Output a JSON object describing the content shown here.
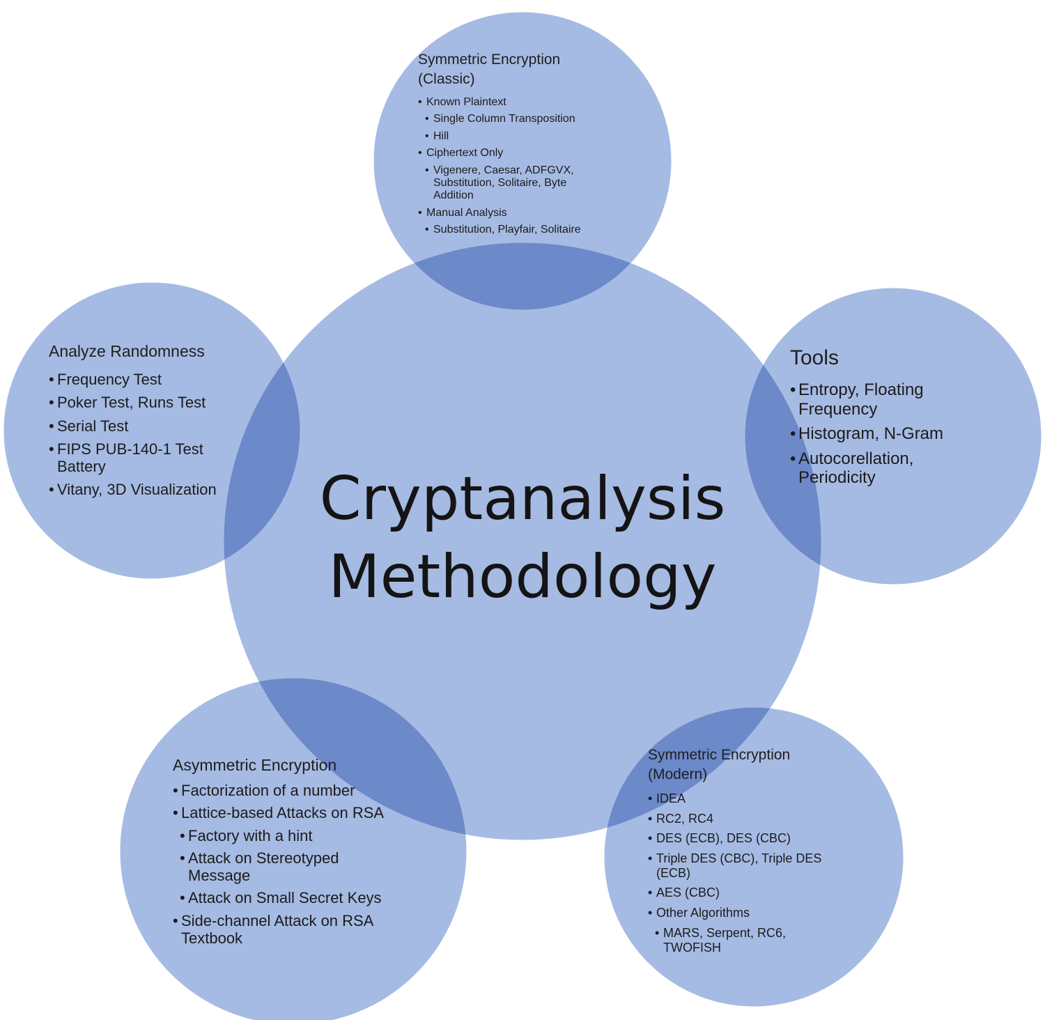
{
  "colors": {
    "circle_fill": "#8faadc",
    "circle_stroke": "#ffffff",
    "text": "#1b1b1b"
  },
  "center": {
    "line1": "Cryptanalysis",
    "line2": "Methodology"
  },
  "nodes": {
    "sym_classic": {
      "title_line1": "Symmetric Encryption",
      "title_line2": "(Classic)",
      "items": [
        {
          "text": "Known Plaintext",
          "level": 1
        },
        {
          "text": "Single Column Transposition",
          "level": 2
        },
        {
          "text": "Hill",
          "level": 2
        },
        {
          "text": "Ciphertext Only",
          "level": 1
        },
        {
          "text": "Vigenere,  Caesar, ADFGVX, Substitution, Solitaire, Byte Addition",
          "level": 2
        },
        {
          "text": "Manual Analysis",
          "level": 1
        },
        {
          "text": "Substitution, Playfair, Solitaire",
          "level": 2
        }
      ]
    },
    "randomness": {
      "title": "Analyze Randomness",
      "items": [
        {
          "text": "Frequency Test"
        },
        {
          "text": "Poker Test, Runs Test"
        },
        {
          "text": "Serial Test"
        },
        {
          "text": "FIPS PUB-140-1 Test Battery"
        },
        {
          "text": "Vitany, 3D Visualization"
        }
      ]
    },
    "tools": {
      "title": "Tools",
      "items": [
        {
          "text": "Entropy, Floating Frequency"
        },
        {
          "text": "Histogram, N-Gram"
        },
        {
          "text": "Autocorellation, Periodicity"
        }
      ]
    },
    "asymmetric": {
      "title": "Asymmetric Encryption",
      "items": [
        {
          "text": "Factorization of a number",
          "level": 1
        },
        {
          "text": "Lattice-based Attacks on RSA",
          "level": 1
        },
        {
          "text": "Factory with a hint",
          "level": 2
        },
        {
          "text": "Attack on Stereotyped Message",
          "level": 2
        },
        {
          "text": "Attack on Small Secret Keys",
          "level": 2
        },
        {
          "text": "Side-channel Attack on RSA Textbook",
          "level": 1
        }
      ]
    },
    "sym_modern": {
      "title_line1": "Symmetric Encryption",
      "title_line2": "(Modern)",
      "items": [
        {
          "text": "IDEA",
          "level": 1
        },
        {
          "text": "RC2, RC4",
          "level": 1
        },
        {
          "text": "DES (ECB), DES (CBC)",
          "level": 1
        },
        {
          "text": "Triple DES (CBC), Triple DES (ECB)",
          "level": 1
        },
        {
          "text": "AES (CBC)",
          "level": 1
        },
        {
          "text": "Other Algorithms",
          "level": 1
        },
        {
          "text": "MARS, Serpent, RC6, TWOFISH",
          "level": 2
        }
      ]
    }
  }
}
